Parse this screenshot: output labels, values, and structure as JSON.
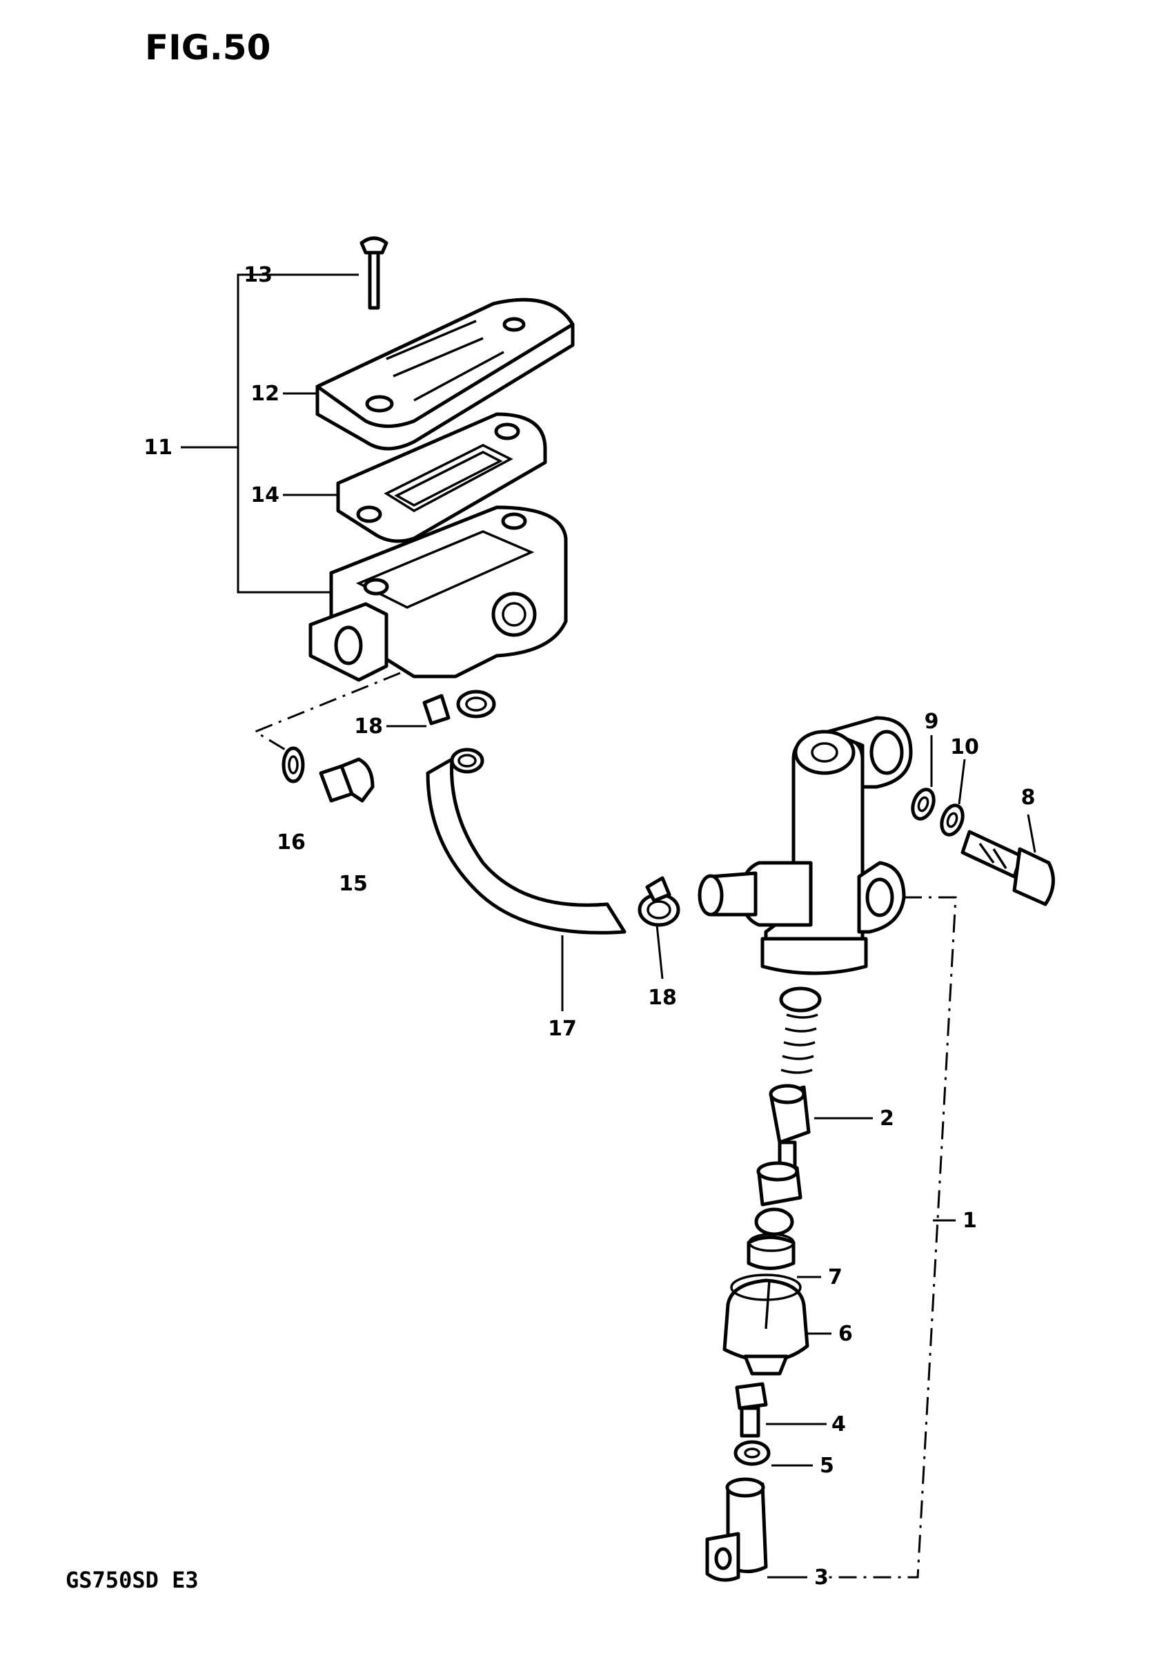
{
  "title": "FIG.50",
  "model_code": "GS750SD E3",
  "callouts": [
    {
      "key": "c1",
      "number": "1"
    },
    {
      "key": "c2",
      "number": "2"
    },
    {
      "key": "c3",
      "number": "3"
    },
    {
      "key": "c4",
      "number": "4"
    },
    {
      "key": "c5",
      "number": "5"
    },
    {
      "key": "c6",
      "number": "6"
    },
    {
      "key": "c7",
      "number": "7"
    },
    {
      "key": "c8",
      "number": "8"
    },
    {
      "key": "c9",
      "number": "9"
    },
    {
      "key": "c10",
      "number": "10"
    },
    {
      "key": "c11",
      "number": "11"
    },
    {
      "key": "c12",
      "number": "12"
    },
    {
      "key": "c13",
      "number": "13"
    },
    {
      "key": "c14",
      "number": "14"
    },
    {
      "key": "c15",
      "number": "15"
    },
    {
      "key": "c16",
      "number": "16"
    },
    {
      "key": "c17",
      "number": "17"
    },
    {
      "key": "c18a",
      "number": "18"
    },
    {
      "key": "c18b",
      "number": "18"
    }
  ]
}
